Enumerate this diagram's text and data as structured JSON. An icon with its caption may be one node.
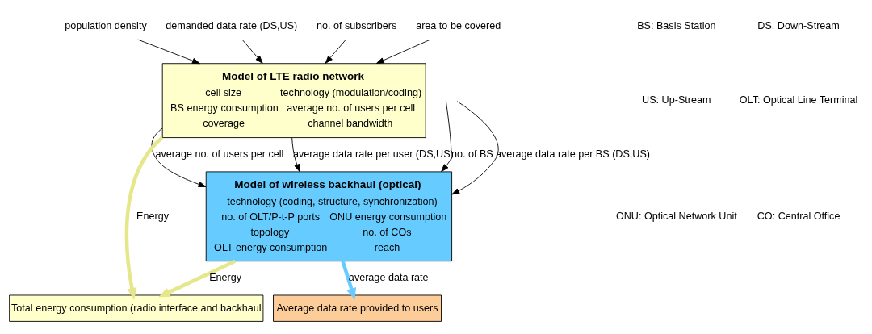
{
  "diagram": {
    "nodes": [
      {
        "text": [
          "population density"
        ]
      },
      {
        "text": [
          "demanded data rate (DS,US)"
        ]
      },
      {
        "text": [
          "no. of subscribers"
        ]
      },
      {
        "text": [
          "area to be covered"
        ]
      },
      {
        "text": [
          "Model of LTE radio network",
          "cell size",
          "technology (modulation/coding)",
          "BS energy consumption",
          "average no. of users per cell",
          "coverage",
          "channel bandwidth"
        ]
      },
      {
        "text": [
          "Model of wireless backhaul (optical)",
          "technology (coding, structure, synchronization)",
          "no. of OLT/P-t-P ports",
          "ONU energy consumption",
          "topology",
          "no. of COs",
          "OLT energy consumption",
          "reach"
        ]
      },
      {
        "text": [
          "Total energy consumption (radio interface and backhaul"
        ]
      },
      {
        "text": [
          "Average data rate provided to users"
        ]
      }
    ],
    "edges": [
      {
        "from": 0,
        "to": 4,
        "arrow": "to"
      },
      {
        "from": 1,
        "to": 4,
        "arrow": "to"
      },
      {
        "from": 2,
        "to": 4,
        "arrow": "to"
      },
      {
        "from": 3,
        "to": 4,
        "arrow": "to"
      },
      {
        "from": 4,
        "to": 5,
        "arrow": "to",
        "label": "average no. of users per cell"
      },
      {
        "from": null,
        "to": 5,
        "arrow": "to",
        "label": "average data rate per BS (DS,US)"
      },
      {
        "from": 4,
        "to": 5,
        "arrow": "to",
        "label": "average data rate per user (DS,US)"
      },
      {
        "from": null,
        "to": 5,
        "arrow": "to",
        "label": "no. of BS"
      },
      {
        "from": 4,
        "to": 6,
        "arrow": "to",
        "label": "Energy",
        "style": "thick",
        "color": "#e6e68a"
      },
      {
        "from": 5,
        "to": 7,
        "arrow": "to",
        "label": "average data rate",
        "style": "thick",
        "color": "#66ccff"
      },
      {
        "from": 5,
        "to": 6,
        "arrow": "to",
        "label": "Energy",
        "style": "thick",
        "color": "#e6e68a"
      }
    ],
    "labels": [
      "BS: Basis Station",
      "DS. Down-Stream",
      "US: Up-Stream",
      "OLT: Optical Line Terminal",
      "ONU: Optical Network Unit",
      "CO: Central Office"
    ]
  }
}
